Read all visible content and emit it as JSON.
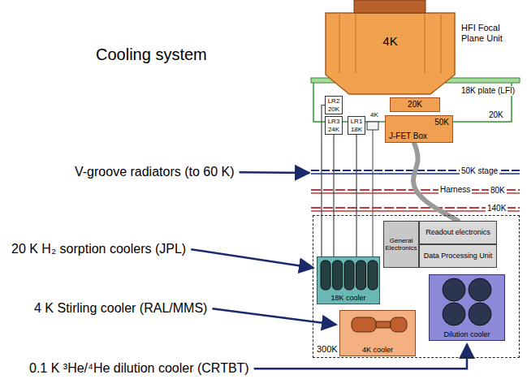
{
  "diagram": {
    "title": "Cooling system",
    "nodes": [
      {
        "text": [
          "4K",
          "HFI Focal Plane Unit"
        ]
      },
      {
        "text": [
          "20K"
        ]
      },
      {
        "text": [
          "LR2 20K"
        ]
      },
      {
        "text": [
          "LR3 24K"
        ]
      },
      {
        "text": [
          "LR1 18K"
        ]
      },
      {
        "text": [
          "50K",
          "J-FET Box"
        ]
      },
      {
        "text": [
          "300K"
        ]
      },
      {
        "text": [
          "General Electronics"
        ],
        "in": 6
      },
      {
        "text": [
          "Readout electronics"
        ],
        "in": 6
      },
      {
        "text": [
          "Data Processing Unit"
        ],
        "in": 6
      },
      {
        "text": [
          "18K cooler"
        ],
        "in": 6
      },
      {
        "text": [
          "4K cooler"
        ],
        "in": 6
      },
      {
        "text": [
          "Dilution cooler"
        ],
        "in": 6
      }
    ],
    "edges": [
      {
        "from": 10,
        "to": 4,
        "arrow": "none"
      },
      {
        "from": 10,
        "to": 3,
        "arrow": "none"
      },
      {
        "from": 10,
        "to": 2,
        "arrow": "none"
      },
      {
        "from": 5,
        "to": 8,
        "label": "Harness",
        "arrow": "none"
      }
    ],
    "labels": [
      "18K plate (LFI)",
      "20K",
      "4K",
      "50K stage",
      "80K",
      "140K",
      "V-groove radiators (to 60 K)",
      "20 K H₂ sorption coolers (JPL)",
      "4 K Stirling cooler (RAL/MMS)",
      "0.1 K ³He/⁴He dilution cooler (CRTBT)"
    ]
  }
}
